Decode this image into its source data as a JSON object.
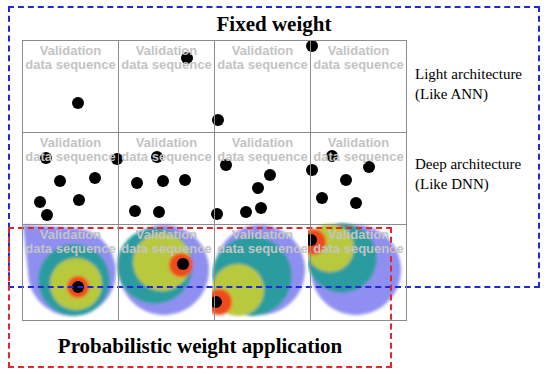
{
  "diagram": {
    "nodes": [
      {
        "text": [
          "Fixed weight"
        ]
      },
      {
        "text": [
          "Validation data sequence"
        ],
        "in": 0
      },
      {
        "text": [
          "Validation data sequence"
        ],
        "in": 0
      },
      {
        "text": [
          "Validation data sequence"
        ],
        "in": 0
      },
      {
        "text": [
          "Validation data sequence"
        ],
        "in": 0
      },
      {
        "text": [
          "Validation data sequence"
        ],
        "in": 0
      },
      {
        "text": [
          "Validation data sequence"
        ],
        "in": 0
      },
      {
        "text": [
          "Validation data sequence"
        ],
        "in": 0
      },
      {
        "text": [
          "Validation data sequence"
        ],
        "in": 0
      },
      {
        "text": [
          "Probabilistic weight application"
        ]
      },
      {
        "text": [
          "Validation data sequence"
        ],
        "in": 9
      },
      {
        "text": [
          "Validation data sequence"
        ],
        "in": 9
      },
      {
        "text": [
          "Validation data sequence"
        ],
        "in": 9
      },
      {
        "text": [
          "Validation data sequence"
        ],
        "in": 9
      }
    ],
    "labels": [
      "Light architecture",
      "(Like ANN)",
      "Deep architecture",
      "(Like DNN)"
    ]
  }
}
